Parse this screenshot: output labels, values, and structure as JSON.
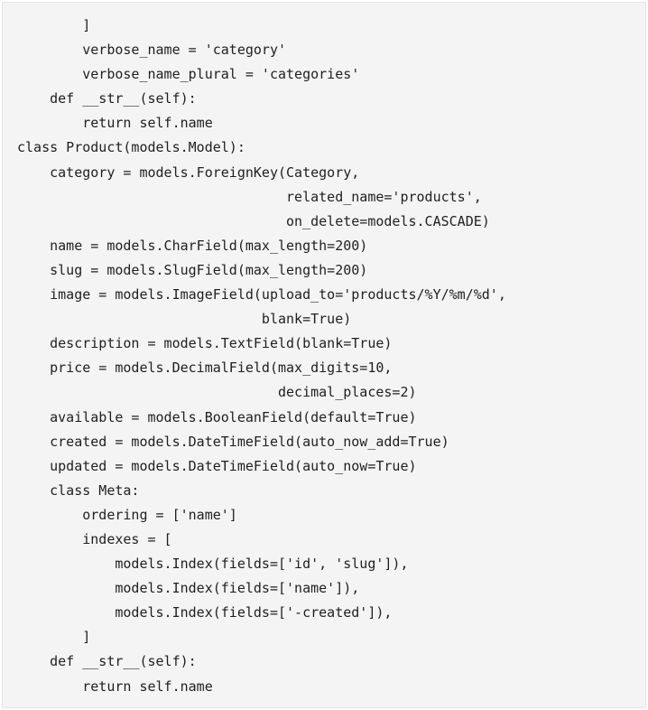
{
  "code": {
    "lines": [
      "        ]",
      "        verbose_name = 'category'",
      "        verbose_name_plural = 'categories'",
      "    def __str__(self):",
      "        return self.name",
      "class Product(models.Model):",
      "    category = models.ForeignKey(Category,",
      "                                 related_name='products',",
      "                                 on_delete=models.CASCADE)",
      "    name = models.CharField(max_length=200)",
      "    slug = models.SlugField(max_length=200)",
      "    image = models.ImageField(upload_to='products/%Y/%m/%d',",
      "                              blank=True)",
      "    description = models.TextField(blank=True)",
      "    price = models.DecimalField(max_digits=10,",
      "                                decimal_places=2)",
      "    available = models.BooleanField(default=True)",
      "    created = models.DateTimeField(auto_now_add=True)",
      "    updated = models.DateTimeField(auto_now=True)",
      "    class Meta:",
      "        ordering = ['name']",
      "        indexes = [",
      "            models.Index(fields=['id', 'slug']),",
      "            models.Index(fields=['name']),",
      "            models.Index(fields=['-created']),",
      "        ]",
      "    def __str__(self):",
      "        return self.name"
    ]
  }
}
